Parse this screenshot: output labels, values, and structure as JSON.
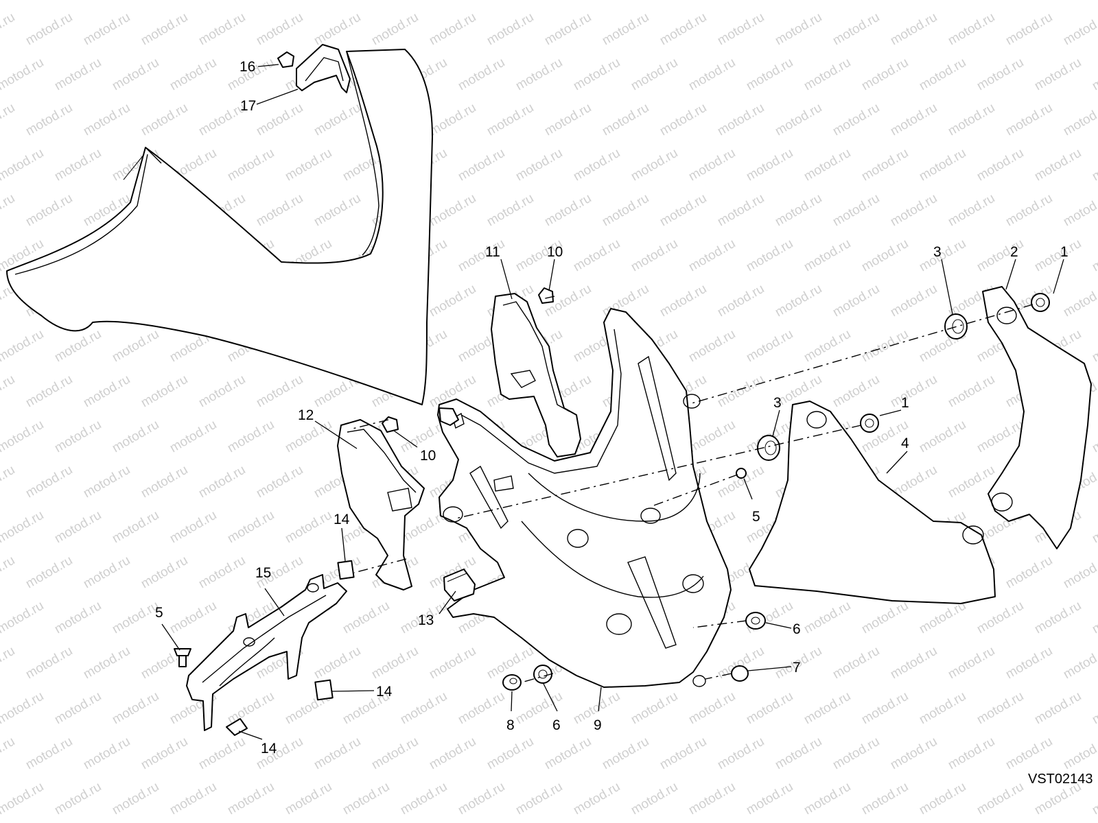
{
  "watermark": "motod.ru",
  "drawing_ref": "VST02143",
  "callouts": {
    "c1a": "1",
    "c1b": "1",
    "c2": "2",
    "c3a": "3",
    "c3b": "3",
    "c4": "4",
    "c5a": "5",
    "c5b": "5",
    "c6a": "6",
    "c6b": "6",
    "c7": "7",
    "c8": "8",
    "c9": "9",
    "c10a": "10",
    "c10b": "10",
    "c11": "11",
    "c12": "12",
    "c13": "13",
    "c14a": "14",
    "c14b": "14",
    "c14c": "14",
    "c15": "15",
    "c16": "16",
    "c17": "17"
  }
}
